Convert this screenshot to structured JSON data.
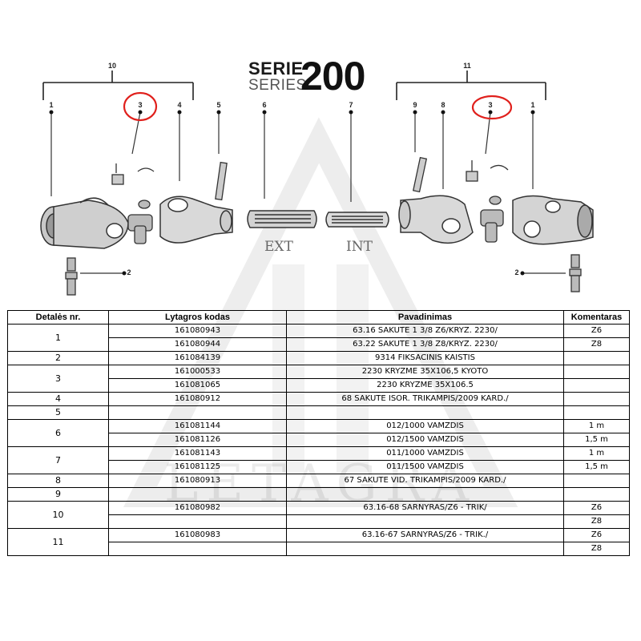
{
  "header": {
    "serie_text": "SERIE",
    "series_text": "SERIES",
    "series_number": "200"
  },
  "watermark_text": "LETAGRA",
  "diagram": {
    "callouts": [
      "10",
      "1",
      "3",
      "4",
      "5",
      "6",
      "7",
      "9",
      "8",
      "3",
      "1",
      "11",
      "2",
      "2"
    ],
    "rod_labels": {
      "ext": "EXT",
      "int": "INT"
    },
    "highlight_color": "#e0201c"
  },
  "table": {
    "headers": [
      "Detalės nr.",
      "Lytagros kodas",
      "Pavadinimas",
      "Komentaras"
    ],
    "groups": [
      {
        "detail": "1",
        "rows": [
          {
            "code": "161080943",
            "name": "63.16 SAKUTE 1 3/8 Z6/KRYZ. 2230/",
            "comment": "Z6"
          },
          {
            "code": "161080944",
            "name": "63.22 SAKUTE 1 3/8  Z8/KRYZ. 2230/",
            "comment": "Z8"
          }
        ]
      },
      {
        "detail": "2",
        "rows": [
          {
            "code": "161084139",
            "name": "9314 FIKSACINIS KAISTIS",
            "comment": ""
          }
        ]
      },
      {
        "detail": "3",
        "rows": [
          {
            "code": "161000533",
            "name": "2230 KRYZME 35X106,5 KYOTO",
            "comment": ""
          },
          {
            "code": "161081065",
            "name": "2230 KRYZME 35X106.5",
            "comment": ""
          }
        ]
      },
      {
        "detail": "4",
        "rows": [
          {
            "code": "161080912",
            "name": "68 SAKUTE ISOR. TRIKAMPIS/2009 KARD./",
            "comment": ""
          }
        ]
      },
      {
        "detail": "5",
        "rows": [
          {
            "code": "",
            "name": "",
            "comment": ""
          }
        ]
      },
      {
        "detail": "6",
        "rows": [
          {
            "code": "161081144",
            "name": "012/1000 VAMZDIS",
            "comment": "1 m"
          },
          {
            "code": "161081126",
            "name": "012/1500 VAMZDIS",
            "comment": "1,5 m"
          }
        ]
      },
      {
        "detail": "7",
        "rows": [
          {
            "code": "161081143",
            "name": "011/1000 VAMZDIS",
            "comment": "1 m"
          },
          {
            "code": "161081125",
            "name": "011/1500 VAMZDIS",
            "comment": "1,5 m"
          }
        ]
      },
      {
        "detail": "8",
        "rows": [
          {
            "code": "161080913",
            "name": "67 SAKUTE VID. TRIKAMPIS/2009 KARD./",
            "comment": ""
          }
        ]
      },
      {
        "detail": "9",
        "rows": [
          {
            "code": "",
            "name": "",
            "comment": ""
          }
        ]
      },
      {
        "detail": "10",
        "rows": [
          {
            "code": "161080982",
            "name": "63.16-68 SARNYRAS/Z6 - TRIK/",
            "comment": "Z6"
          },
          {
            "code": "",
            "name": "",
            "comment": "Z8"
          }
        ]
      },
      {
        "detail": "11",
        "rows": [
          {
            "code": "161080983",
            "name": "63.16-67 SARNYRAS/Z6 - TRIK./",
            "comment": "Z6"
          },
          {
            "code": "",
            "name": "",
            "comment": "Z8"
          }
        ]
      }
    ]
  }
}
